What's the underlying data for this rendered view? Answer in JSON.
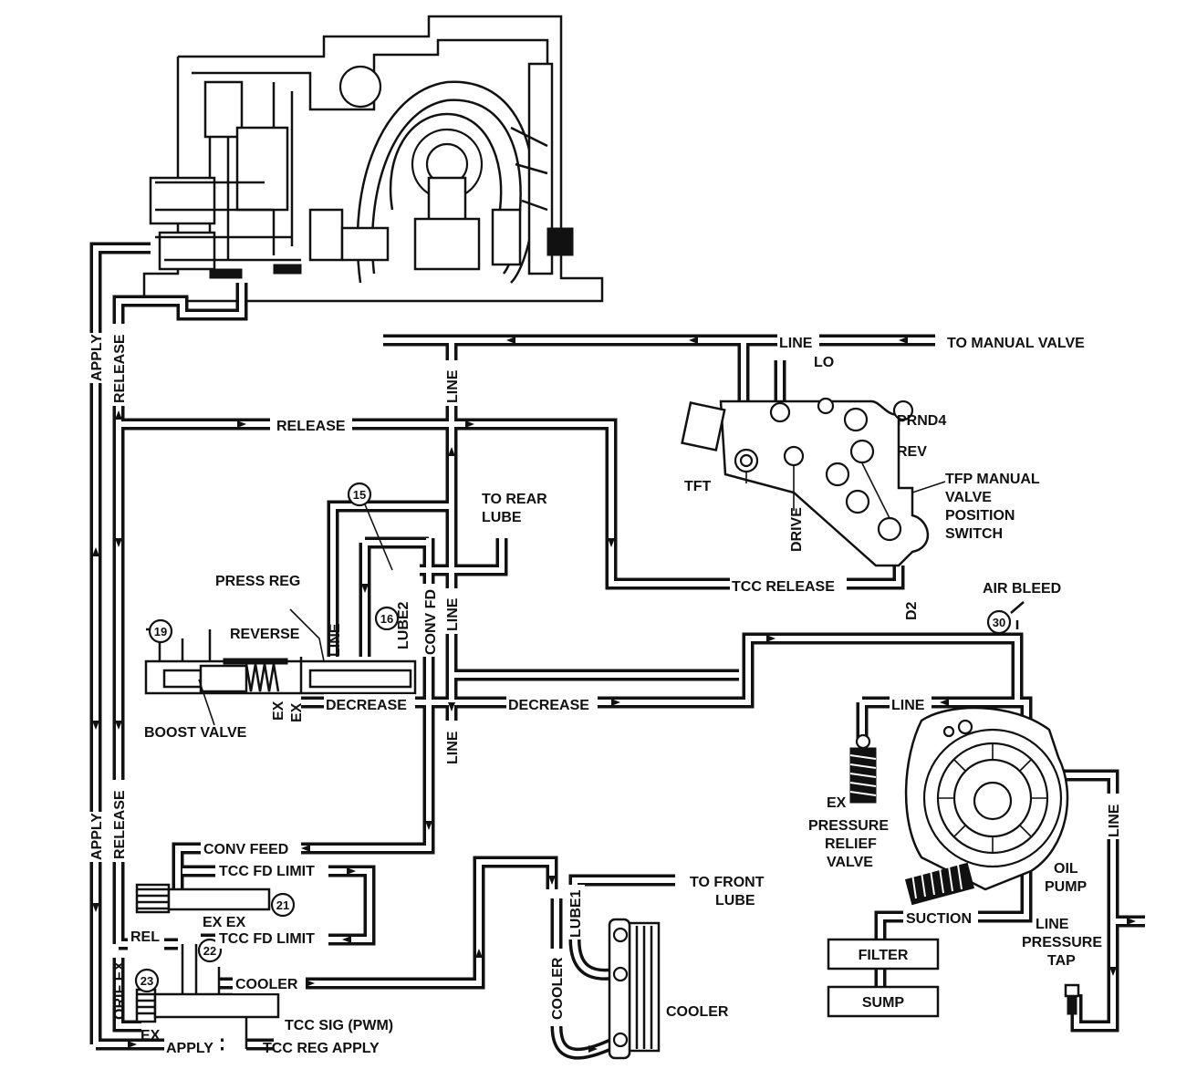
{
  "labels": {
    "line_top": "LINE",
    "to_manual_valve": "TO MANUAL VALVE",
    "lo": "LO",
    "prnd4": "PRND4",
    "rev": "REV",
    "tft": "TFT",
    "drive": "DRIVE",
    "tfp_1": "TFP MANUAL",
    "tfp_2": "VALVE",
    "tfp_3": "POSITION",
    "tfp_4": "SWITCH",
    "tcc_release": "TCC RELEASE",
    "d2": "D2",
    "air_bleed": "AIR BLEED",
    "release_top": "RELEASE",
    "apply_left_top": "APPLY",
    "release_left_top": "RELEASE",
    "apply_left_bottom": "APPLY",
    "release_left_bottom": "RELEASE",
    "line_vert_top": "LINE",
    "to_rear_1": "TO REAR",
    "to_rear_2": "LUBE",
    "press_reg": "PRESS REG",
    "reverse": "REVERSE",
    "line_small": "LINE",
    "lube2": "LUBE2",
    "conv_fd": "CONV FD",
    "line_mid": "LINE",
    "decrease_1": "DECREASE",
    "decrease_2": "DECREASE",
    "ex_1": "EX",
    "ex_2": "EX",
    "boost_valve": "BOOST VALVE",
    "line_bottom_vert": "LINE",
    "line_right": "LINE",
    "line_far_right": "LINE",
    "ex_pr": "EX",
    "prv_1": "PRESSURE",
    "prv_2": "RELIEF",
    "prv_3": "VALVE",
    "oil_pump_1": "OIL",
    "oil_pump_2": "PUMP",
    "suction": "SUCTION",
    "filter": "FILTER",
    "sump": "SUMP",
    "lpt_1": "LINE",
    "lpt_2": "PRESSURE",
    "lpt_3": "TAP",
    "conv_feed": "CONV FEED",
    "tcc_fd_limit_1": "TCC FD LIMIT",
    "tcc_fd_limit_2": "TCC FD LIMIT",
    "ex_ex": "EX EX",
    "rel": "REL",
    "orif_ex": "ORIF EX",
    "cooler_h": "COOLER",
    "tcc_sig": "TCC SIG (PWM)",
    "ex_bottom": "EX",
    "apply_bottom": "APPLY",
    "tcc_reg_apply": "TCC REG APPLY",
    "lube1": "LUBE1",
    "to_front_1": "TO FRONT",
    "to_front_2": "LUBE",
    "cooler_v": "COOLER",
    "cooler_label": "COOLER"
  },
  "checkballs": {
    "b15": "15",
    "b16": "16",
    "b19": "19",
    "b21": "21",
    "b22": "22",
    "b23": "23",
    "b30": "30"
  }
}
